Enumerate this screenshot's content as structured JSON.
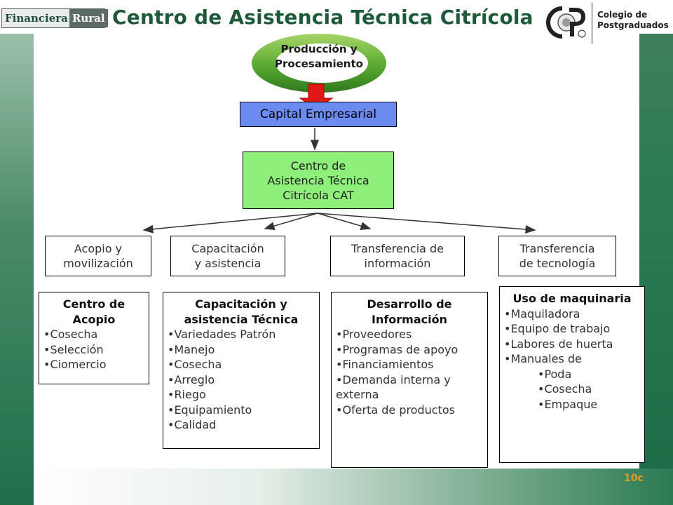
{
  "header": {
    "logo_left_part1": "Financiera",
    "logo_left_part2": "Rural",
    "title": "Centro de Asistencia Técnica Citrícola",
    "logo_right_line1": "Colegio de",
    "logo_right_line2": "Postgraduados"
  },
  "diagram": {
    "top_node_line1": "Producción y",
    "top_node_line2": "Procesamiento",
    "capital": "Capital Empresarial",
    "cat_line1": "Centro de",
    "cat_line2": "Asistencia Técnica",
    "cat_line3": "Citrícola CAT",
    "branches": [
      {
        "l1": "Acopio y",
        "l2": "movilización"
      },
      {
        "l1": "Capacitación",
        "l2": "y asistencia"
      },
      {
        "l1": "Transferencia de",
        "l2": "información"
      },
      {
        "l1": "Transferencia",
        "l2": "de tecnología"
      }
    ],
    "details": [
      {
        "h1": "Centro de",
        "h2": "Acopio",
        "items": [
          "Cosecha",
          "Selección",
          "Ciomercio"
        ]
      },
      {
        "h1": "Capacitación y",
        "h2": "asistencia Técnica",
        "items": [
          "Variedades Patrón",
          "Manejo",
          "Cosecha",
          "Arreglo",
          "Riego",
          "Equipamiento",
          "Calidad"
        ]
      },
      {
        "h1": "Desarrollo de",
        "h2": "Información",
        "items": [
          "Proveedores",
          "Programas de apoyo",
          "Financiamientos",
          "Demanda interna y externa",
          "Oferta de productos"
        ]
      },
      {
        "h1": "Uso de maquinaria",
        "items": [
          "Maquiladora",
          "Equipo de trabajo",
          "Labores de huerta",
          "Manuales de"
        ],
        "subitems": [
          "Poda",
          "Cosecha",
          "Empaque"
        ]
      }
    ]
  },
  "footer": {
    "slide_number": "10c"
  },
  "colors": {
    "accent_green": "#1d5a3a",
    "capital_blue": "#6c8bf0",
    "cat_green": "#8ef07a",
    "arrow_red": "#e01818",
    "slide_number_orange": "#e89a1a"
  }
}
